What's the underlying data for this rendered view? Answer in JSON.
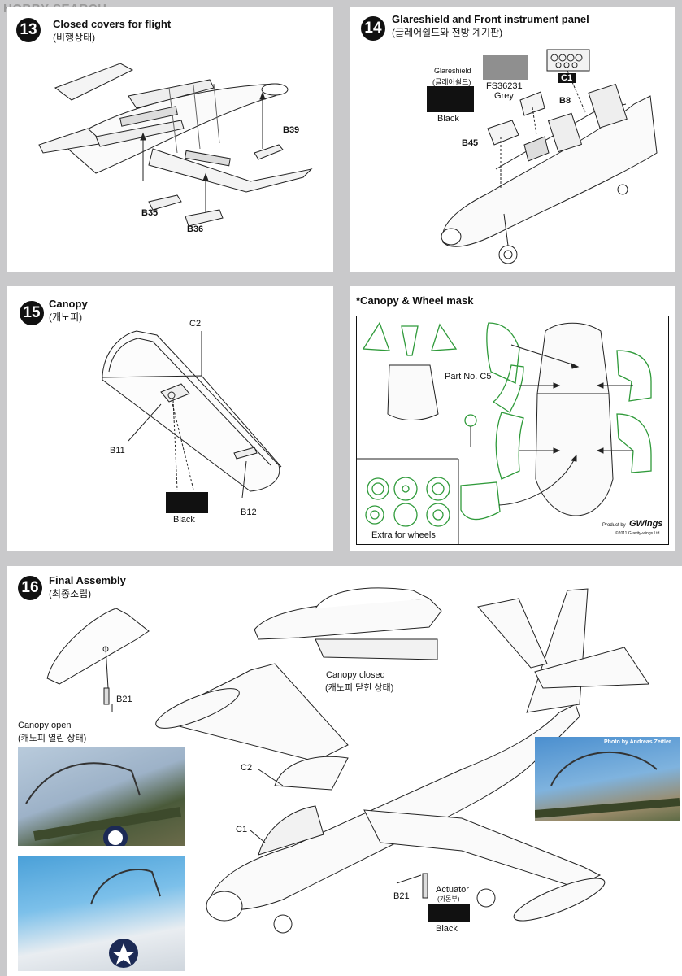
{
  "watermark": "HOBBY SEARCH",
  "steps": {
    "s13": {
      "num": "13",
      "title": "Closed covers for flight",
      "subtitle": "(비행상태)",
      "parts": {
        "b39": "B39",
        "b35": "B35",
        "b36": "B36"
      }
    },
    "s14": {
      "num": "14",
      "title": "Glareshield and Front instrument panel",
      "subtitle": "(글레어쉴드와 전방 계기판)",
      "glareshield_label": "Glareshield",
      "glareshield_sub": "(글레어쉴드)",
      "black": "Black",
      "fs_code": "FS36231",
      "grey": "Grey",
      "parts": {
        "c1": "C1",
        "b8": "B8",
        "b45": "B45"
      }
    },
    "s15": {
      "num": "15",
      "title": "Canopy",
      "subtitle": "(캐노피)",
      "black": "Black",
      "parts": {
        "c2": "C2",
        "b11": "B11",
        "b12": "B12"
      }
    },
    "mask": {
      "title": "*Canopy & Wheel mask",
      "part_no": "Part No. C5",
      "extra": "Extra for wheels",
      "brand_prefix": "Product by",
      "brand": "GWings",
      "copyright": "©2011 Gravity-wings Ltd."
    },
    "s16": {
      "num": "16",
      "title": "Final Assembly",
      "subtitle": "(최종조립)",
      "canopy_open": "Canopy open",
      "canopy_open_sub": "(캐노피 열린 상태)",
      "canopy_closed": "Canopy closed",
      "canopy_closed_sub": "(캐노피 닫힌 상태)",
      "photo_credit": "Photo by Andreas Zeitler",
      "actuator": "Actuator",
      "actuator_sub": "(가동부)",
      "black": "Black",
      "parts": {
        "b21a": "B21",
        "b21b": "B21",
        "c2": "C2",
        "c1": "C1"
      }
    }
  },
  "colors": {
    "black": "#111111",
    "grey": "#8f8f8f",
    "mask_green": "#2f9a3a",
    "background": "#c9c9cb"
  }
}
